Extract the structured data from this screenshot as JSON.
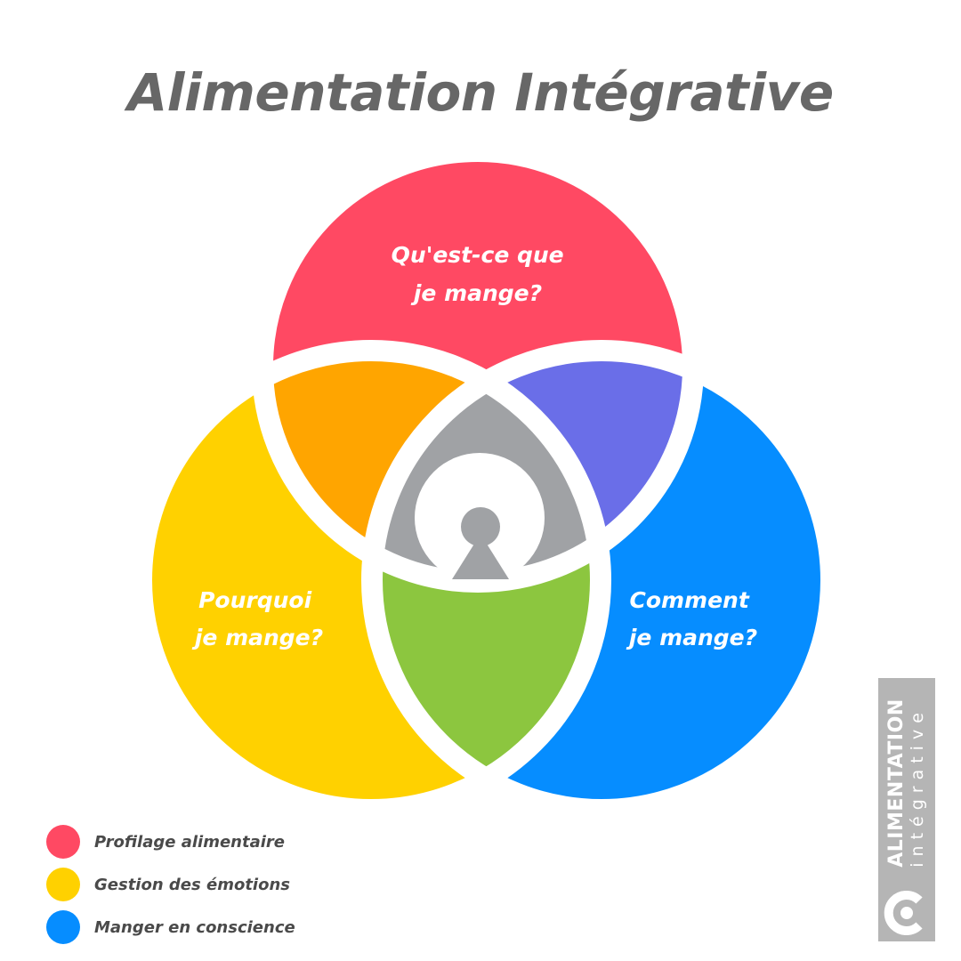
{
  "title": "Alimentation Intégrative",
  "diagram": {
    "circles": [
      {
        "id": "top",
        "color": "#ff4963",
        "label_lines": [
          "Qu'est-ce que",
          "je mange?"
        ]
      },
      {
        "id": "left",
        "color": "#ffd100",
        "label_lines": [
          "Pourquoi",
          "je mange?"
        ]
      },
      {
        "id": "right",
        "color": "#068dff",
        "label_lines": [
          "Comment",
          "je mange?"
        ]
      }
    ],
    "overlaps": {
      "top_left": "#ffa500",
      "top_right": "#6a6ee8",
      "left_right": "#8cc63f",
      "center": "#a0a2a5"
    },
    "center_icon": "person-icon"
  },
  "legend": [
    {
      "label": "Profilage alimentaire",
      "color": "#ff4963"
    },
    {
      "label": "Gestion des émotions",
      "color": "#ffd100"
    },
    {
      "label": "Manger en conscience",
      "color": "#068dff"
    }
  ],
  "brand": {
    "line1": "ALIMENTATION",
    "line2": "intégrative",
    "background": "#b5b5b5",
    "logo_icon": "brand-c-logo-icon"
  }
}
